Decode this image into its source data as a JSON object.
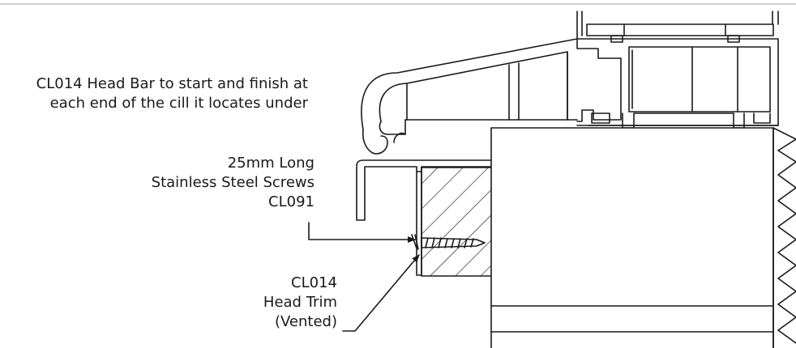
{
  "annotations": {
    "head_bar": {
      "lines": [
        "CL014 Head Bar to start and finish at",
        "each end of the cill it locates under"
      ]
    },
    "screws": {
      "lines": [
        "25mm Long",
        "Stainless Steel Screws",
        "CL091"
      ]
    },
    "head_trim": {
      "lines": [
        "CL014",
        "Head Trim",
        "(Vented)"
      ]
    }
  },
  "colors": {
    "line": "#1a1a1a",
    "top_rule": "#bdbdbd",
    "background": "#ffffff"
  }
}
